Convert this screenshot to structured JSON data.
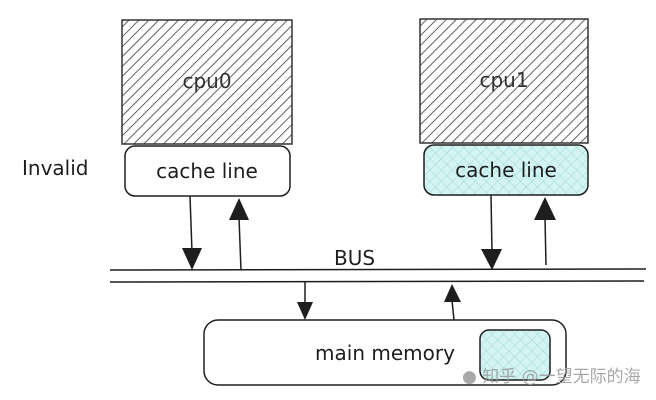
{
  "diagram": {
    "cpus": [
      {
        "label": "cpu0",
        "cache_label": "cache line",
        "state_label": "Invalid",
        "cache_fill": "#ffffff"
      },
      {
        "label": "cpu1",
        "cache_label": "cache line",
        "state_label": "",
        "cache_fill": "#c9f1f0"
      }
    ],
    "bus_label": "BUS",
    "memory": {
      "label": "main memory",
      "block_fill": "#c9f1f0"
    },
    "colors": {
      "stroke": "#1e1e1e",
      "hatch": "#333333",
      "cyan": "#c9f1f0"
    }
  },
  "watermark": {
    "icon": "wechat-icon",
    "text": "知乎 @一望无际的海"
  }
}
